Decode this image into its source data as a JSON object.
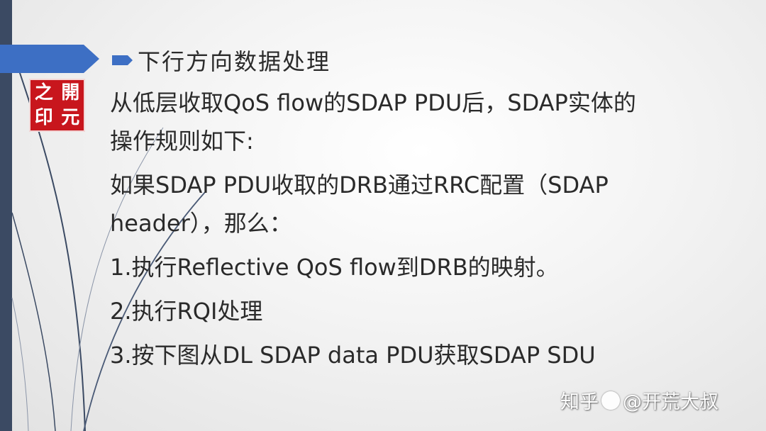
{
  "slide": {
    "heading": "下行方向数据处理",
    "logo_chars": [
      "之",
      "開",
      "印",
      "元"
    ],
    "lines": [
      "从低层收取QoS flow的SDAP PDU后，SDAP实体的",
      "操作规则如下:",
      "如果SDAP PDU收取的DRB通过RRC配置（SDAP",
      "header），那么：",
      "1.执行Reflective QoS flow到DRB的映射。",
      "2.执行RQI处理",
      "3.按下图从DL SDAP data PDU获取SDAP SDU"
    ]
  },
  "watermark": {
    "prefix": "知乎",
    "text": "@开荒大叔"
  },
  "colors": {
    "side_bar": "#3b4a63",
    "accent_blue": "#3d6fc4",
    "logo_red": "#c8161d",
    "text": "#2a2a2a"
  }
}
